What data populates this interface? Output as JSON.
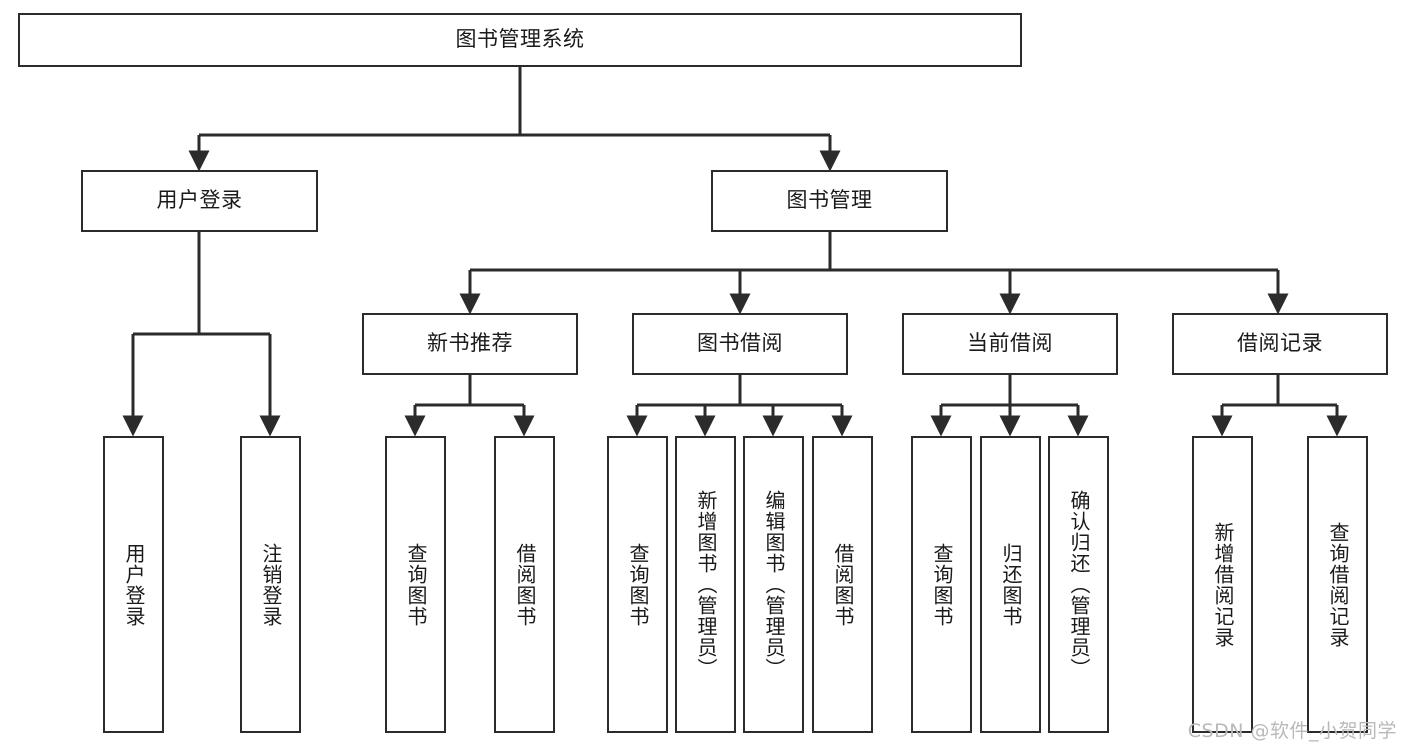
{
  "diagram": {
    "type": "hierarchy-tree",
    "root": {
      "id": "root",
      "label": "图书管理系统"
    },
    "level2": [
      {
        "id": "user-login",
        "label": "用户登录"
      },
      {
        "id": "book-management",
        "label": "图书管理"
      }
    ],
    "level3": [
      {
        "id": "new-book-recommend",
        "label": "新书推荐",
        "parent": "book-management"
      },
      {
        "id": "book-borrow",
        "label": "图书借阅",
        "parent": "book-management"
      },
      {
        "id": "current-borrow",
        "label": "当前借阅",
        "parent": "book-management"
      },
      {
        "id": "borrow-record",
        "label": "借阅记录",
        "parent": "book-management"
      }
    ],
    "leaves": [
      {
        "id": "leaf-user-login",
        "label": "用户登录",
        "parent": "user-login"
      },
      {
        "id": "leaf-logout-login",
        "label": "注销登录",
        "parent": "user-login"
      },
      {
        "id": "leaf-query-book-1",
        "label": "查询图书",
        "parent": "new-book-recommend"
      },
      {
        "id": "leaf-borrow-book-1",
        "label": "借阅图书",
        "parent": "new-book-recommend"
      },
      {
        "id": "leaf-query-book-2",
        "label": "查询图书",
        "parent": "book-borrow"
      },
      {
        "id": "leaf-add-book",
        "label": "新增图书（管理员）",
        "parent": "book-borrow"
      },
      {
        "id": "leaf-edit-book",
        "label": "编辑图书（管理员）",
        "parent": "book-borrow"
      },
      {
        "id": "leaf-borrow-book-2",
        "label": "借阅图书",
        "parent": "book-borrow"
      },
      {
        "id": "leaf-query-book-3",
        "label": "查询图书",
        "parent": "current-borrow"
      },
      {
        "id": "leaf-return-book",
        "label": "归还图书",
        "parent": "current-borrow"
      },
      {
        "id": "leaf-confirm-return",
        "label": "确认归还（管理员）",
        "parent": "current-borrow"
      },
      {
        "id": "leaf-add-record",
        "label": "新增借阅记录",
        "parent": "borrow-record"
      },
      {
        "id": "leaf-query-record",
        "label": "查询借阅记录",
        "parent": "borrow-record"
      }
    ]
  },
  "watermark": {
    "text": "CSDN @软件_小贺同学"
  },
  "colors": {
    "stroke": "#2b2b2b",
    "fill": "#ffffff",
    "text": "#1a1a1a",
    "watermark": "#b9b9b9"
  }
}
